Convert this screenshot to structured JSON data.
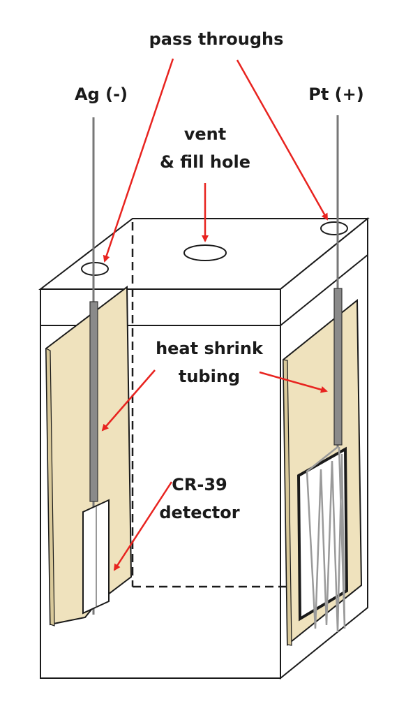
{
  "labels": {
    "pass_throughs": "pass throughs",
    "ag_electrode": "Ag (-)",
    "pt_electrode": "Pt (+)",
    "vent_line1": "vent",
    "vent_line2": "& fill hole",
    "heat_line1": "heat shrink",
    "heat_line2": "tubing",
    "cr_line1": "CR-39",
    "cr_line2": "detector"
  },
  "colors": {
    "panel_fill": "#efe2bd",
    "arrow": "#e8231f",
    "outline": "#1a1a1a",
    "wire": "#777777"
  }
}
